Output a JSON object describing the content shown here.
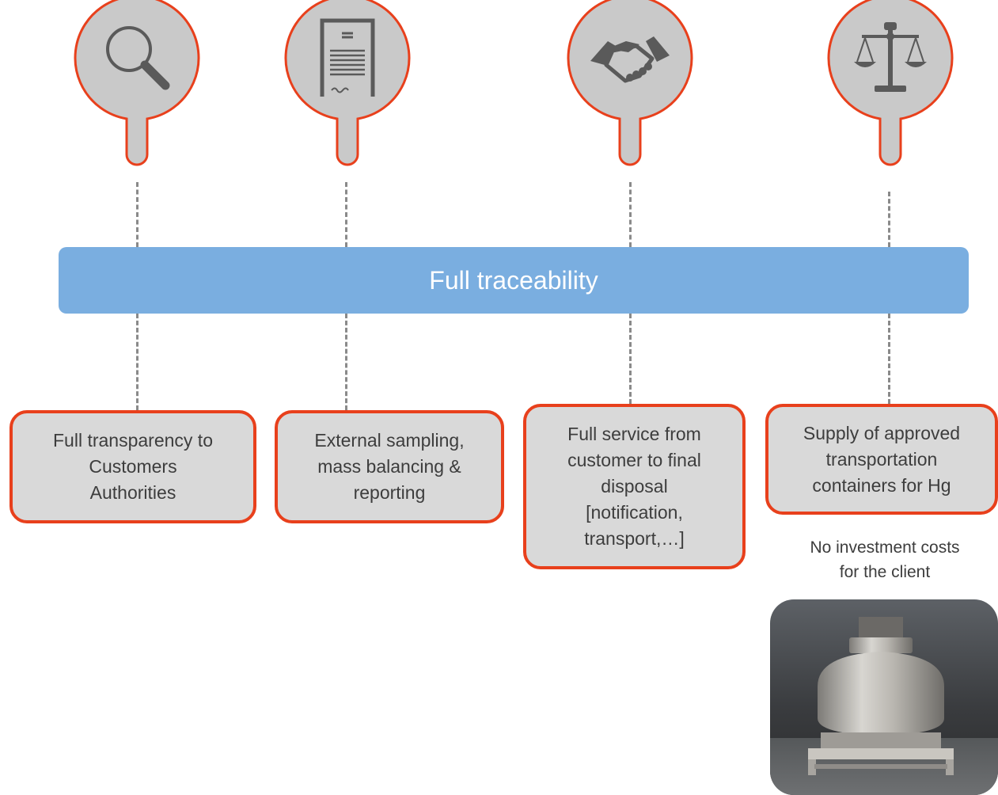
{
  "banner": {
    "label": "Full traceability"
  },
  "pins": [
    {
      "icon": "magnifier-icon"
    },
    {
      "icon": "document-icon"
    },
    {
      "icon": "handshake-icon"
    },
    {
      "icon": "scales-icon"
    }
  ],
  "boxes": [
    {
      "text": "Full transparency to\nCustomers\nAuthorities"
    },
    {
      "text": "External sampling,\nmass balancing &\nreporting"
    },
    {
      "text": "Full service from\ncustomer to final\ndisposal\n[notification,\ntransport,…]"
    },
    {
      "text": "Supply of approved\ntransportation\ncontainers for Hg"
    }
  ],
  "note": {
    "text": "No investment costs\nfor the client"
  },
  "photo": {
    "subject": "stainless-steel-mercury-container"
  },
  "colors": {
    "accent_red": "#e8401c",
    "banner_blue": "#7aaee0",
    "pin_fill": "#c9c9c9",
    "icon_gray": "#5a5a5a"
  }
}
